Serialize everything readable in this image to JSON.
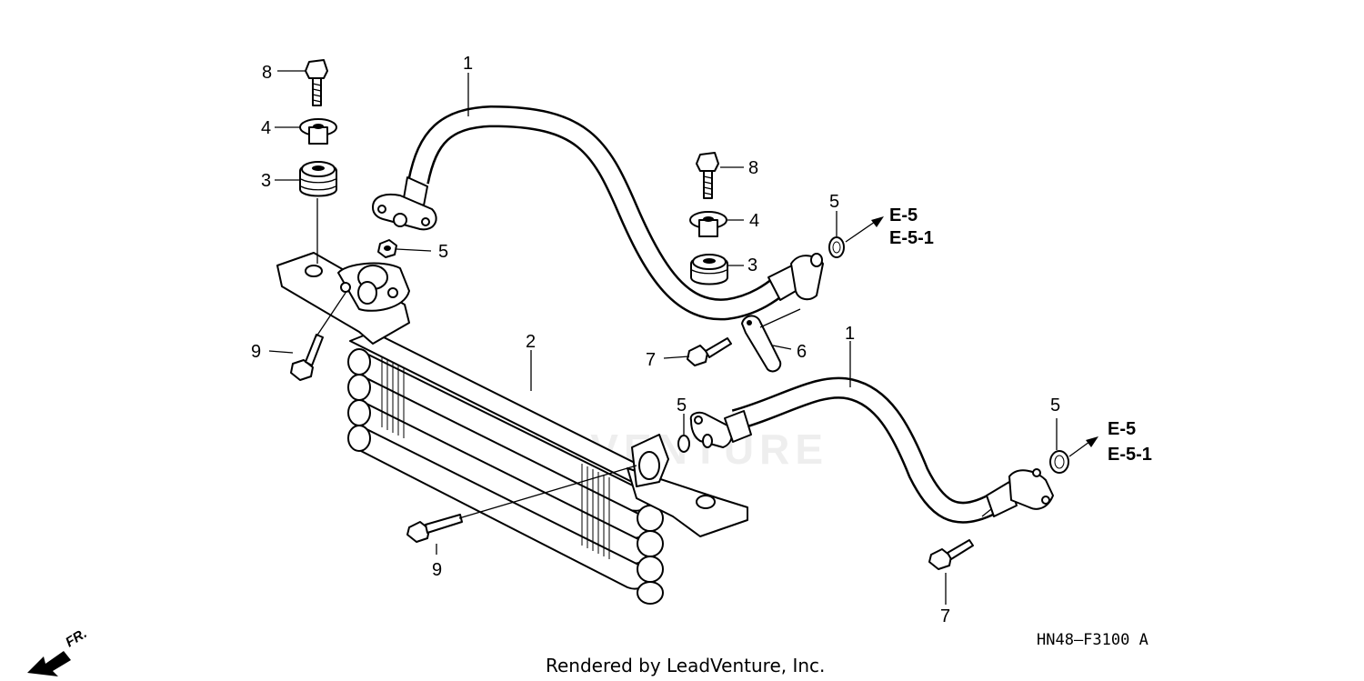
{
  "diagram": {
    "labels": {
      "hose_upper": "1",
      "hose_lower": "1",
      "cooler": "2",
      "cushion_left": "3",
      "cushion_right": "3",
      "collar_left": "4",
      "collar_right": "4",
      "washer_top": "5",
      "washer_upper_right": "5",
      "washer_mid": "5",
      "washer_lower_right": "5",
      "clamp": "6",
      "bolt7_mid": "7",
      "bolt7_bottom": "7",
      "bolt8_left": "8",
      "bolt8_right": "8",
      "bolt9_left": "9",
      "bolt9_bottom": "9"
    },
    "refs": {
      "upper_ref_1": "E-5",
      "upper_ref_2": "E-5-1",
      "lower_ref_1": "E-5",
      "lower_ref_2": "E-5-1"
    },
    "diagram_code": "HN48—F3100 A",
    "credit": "Rendered by LeadVenture, Inc.",
    "direction": "FR.",
    "watermark": "LEADVENTURE"
  },
  "colors": {
    "line": "#000000",
    "background": "#ffffff",
    "watermark": "#cfcfcf"
  }
}
